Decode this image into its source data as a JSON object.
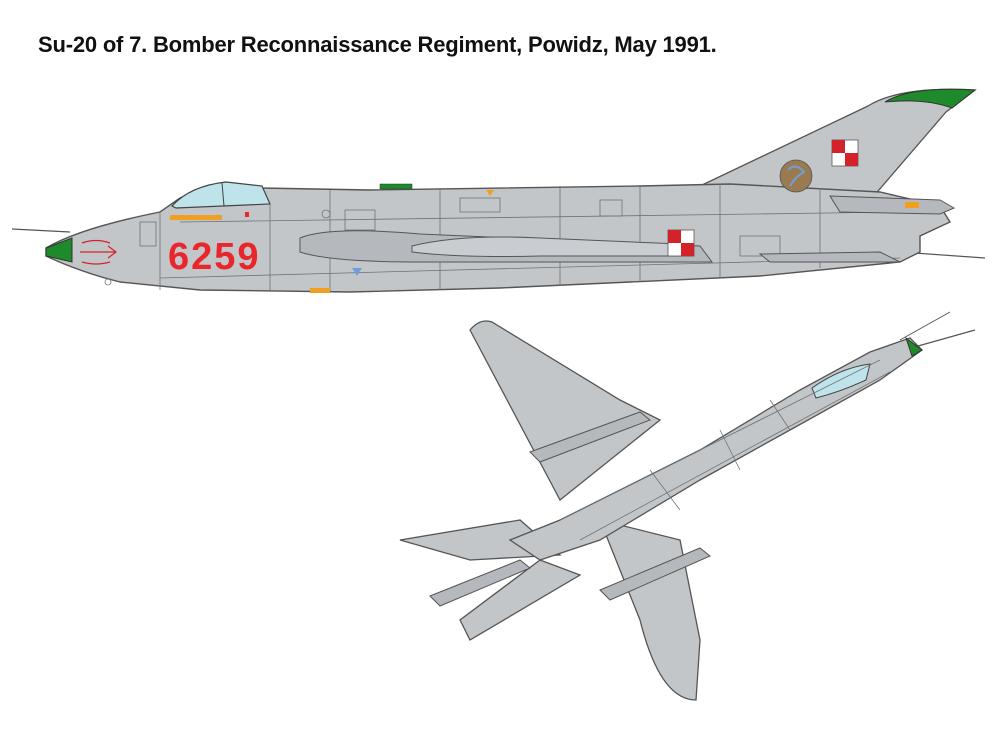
{
  "title": "Su-20 of 7. Bomber Reconnaissance Regiment, Powidz, May 1991.",
  "aircraft": {
    "tail_number": "6259",
    "colors": {
      "camouflage": "#c3c6c9",
      "panel_line": "#6f7478",
      "tail_number": "#e8262c",
      "nose_tip": "#1f8a2b",
      "fin_tip": "#1f8a2b",
      "insignia_red": "#d4222b",
      "canopy": "#bfe3ea",
      "marking_orange": "#f0a020",
      "marking_blue": "#6f9fd8"
    }
  },
  "views": [
    {
      "name": "side view",
      "icon": "aircraft-profile-icon"
    },
    {
      "name": "top view",
      "icon": "aircraft-planform-icon"
    }
  ]
}
